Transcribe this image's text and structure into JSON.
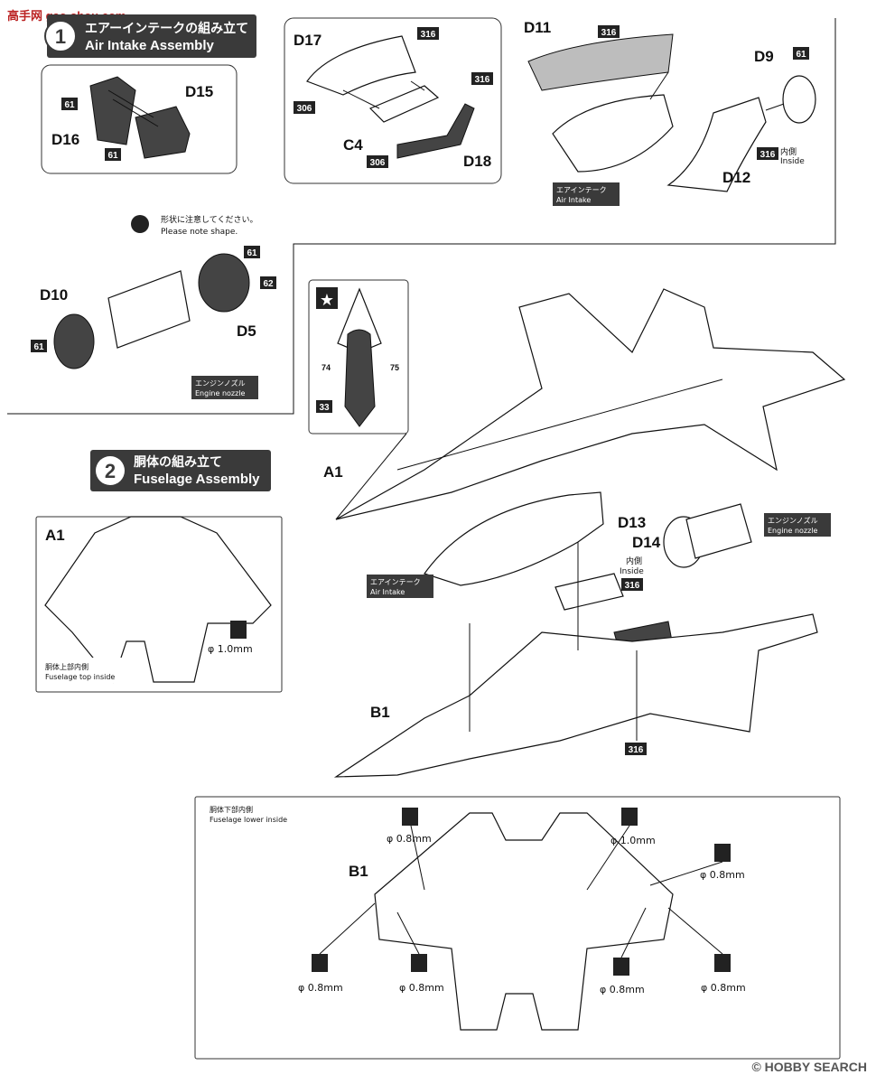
{
  "watermark_top": "高手网 gao-shou.com",
  "step1": {
    "number": "1",
    "title_jp": "エアーインテークの組み立て",
    "title_en": "Air Intake Assembly"
  },
  "step2": {
    "number": "2",
    "title_jp": "胴体の組み立て",
    "title_en": "Fuselage Assembly"
  },
  "parts": {
    "D15": "D15",
    "D16": "D16",
    "D17": "D17",
    "D18": "D18",
    "C4": "C4",
    "D11": "D11",
    "D9": "D9",
    "D12": "D12",
    "D10": "D10",
    "D5": "D5",
    "A1": "A1",
    "B1": "B1",
    "D13": "D13",
    "D14": "D14"
  },
  "colors": {
    "c61": "61",
    "c62": "62",
    "c306": "306",
    "c316": "316",
    "c33": "33",
    "c74": "74",
    "c75": "75"
  },
  "notes": {
    "inside_jp": "内側",
    "inside_en": "Inside",
    "shape_jp": "形状に注意してください。",
    "shape_en": "Please note shape.",
    "intake_jp": "エアインテーク",
    "intake_en": "Air Intake",
    "nozzle_jp": "エンジンノズル",
    "nozzle_en": "Engine nozzle",
    "top_inside_jp": "胴体上部内側",
    "top_inside_en": "Fuselage top inside",
    "lower_inside_jp": "胴体下部内側",
    "lower_inside_en": "Fuselage lower inside"
  },
  "drills": {
    "d10": "φ 1.0mm",
    "d08": "φ 0.8mm"
  },
  "footer": "© HOBBY SEARCH",
  "icons": [
    "star-icon",
    "drill-icon",
    "caution-icon"
  ]
}
